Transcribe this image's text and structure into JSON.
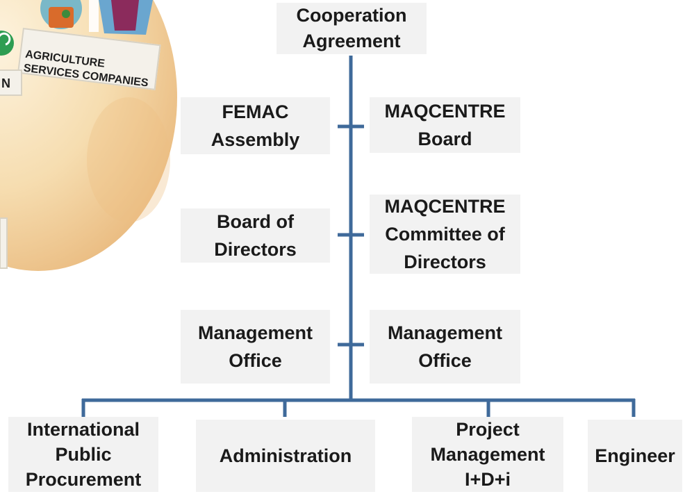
{
  "diagram": {
    "root": {
      "label": "Cooperation\nAgreement"
    },
    "left_column": [
      {
        "label": "FEMAC\nAssembly"
      },
      {
        "label": "Board of\nDirectors"
      },
      {
        "label": "Management\nOffice"
      }
    ],
    "right_column": [
      {
        "label": "MAQCENTRE\nBoard"
      },
      {
        "label": "MAQCENTRE\nCommittee of\nDirectors"
      },
      {
        "label": "Management\nOffice"
      }
    ],
    "bottom_row": [
      {
        "label": "International\nPublic\nProcurement"
      },
      {
        "label": "Administration"
      },
      {
        "label": "Project\nManagement\nI+D+i"
      },
      {
        "label": "Engineer"
      }
    ]
  },
  "illustration": {
    "sign_label": "AGRICULTURE\nSERVICES COMPANIES",
    "partial_sign_label": "N"
  },
  "colors": {
    "connector": "#3f6a9a",
    "box_fill": "#f2f2f2",
    "disc": "#f3d9a8"
  }
}
